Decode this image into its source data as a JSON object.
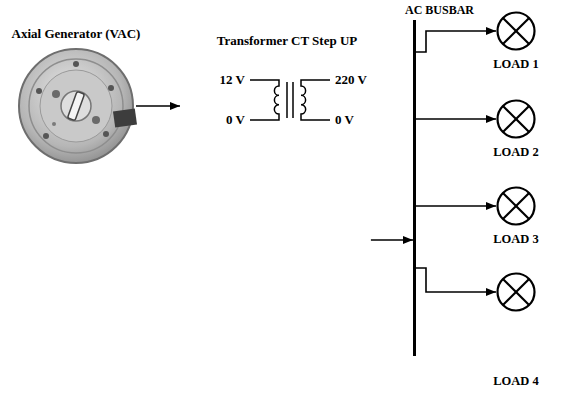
{
  "diagram": {
    "nodes": [
      {
        "text": [
          "Axial Generator (VAC)"
        ]
      },
      {
        "text": [
          "Transformer CT Step UP",
          "12 V",
          "0 V",
          "220 V",
          "0 V"
        ]
      },
      {
        "text": [
          "AC BUSBAR"
        ]
      },
      {
        "text": [
          "LOAD 1"
        ]
      },
      {
        "text": [
          "LOAD 2"
        ]
      },
      {
        "text": [
          "LOAD 3"
        ]
      },
      {
        "text": [
          "LOAD 4"
        ]
      }
    ],
    "edges": [
      {
        "from": 0,
        "to": 1,
        "arrow": "to"
      },
      {
        "from": 1,
        "to": 2,
        "arrow": "to"
      },
      {
        "from": 2,
        "to": 3,
        "arrow": "to"
      },
      {
        "from": 2,
        "to": 4,
        "arrow": "to"
      },
      {
        "from": 2,
        "to": 5,
        "arrow": "to"
      },
      {
        "from": 2,
        "to": 6,
        "arrow": "to"
      }
    ]
  }
}
